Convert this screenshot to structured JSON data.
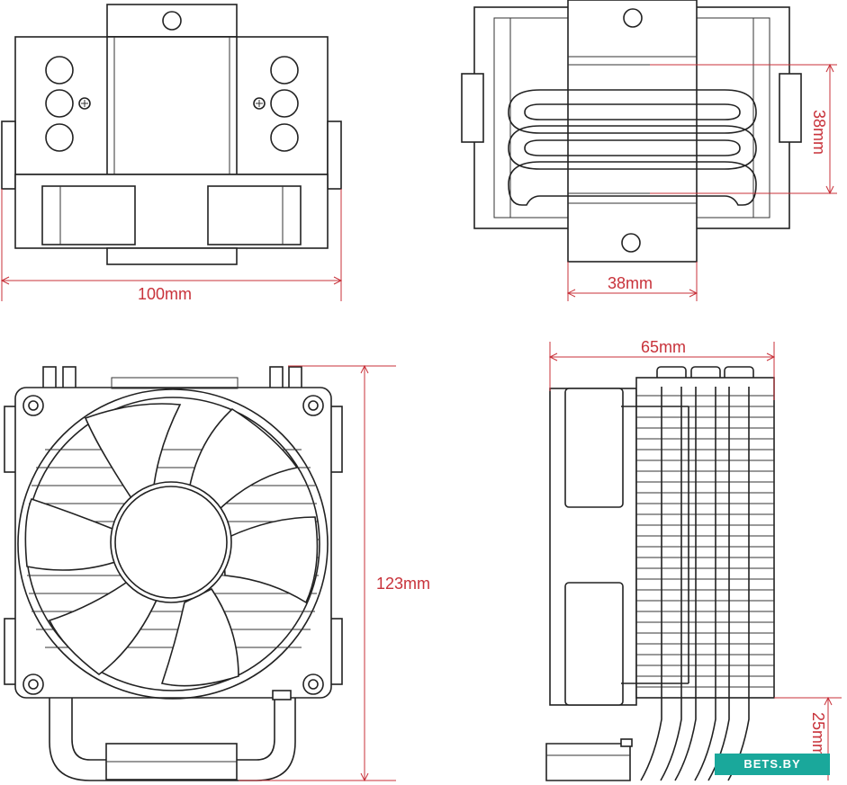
{
  "dimensions": {
    "width_label": "100mm",
    "heatpipe_pitch_label": "38mm",
    "base_width_label": "38mm",
    "height_label": "123mm",
    "depth_label": "65mm",
    "base_height_label": "25mm"
  },
  "watermark": {
    "text": "BETS.BY"
  },
  "colors": {
    "dimension": "#c8323a",
    "line": "#222222",
    "watermark_bg": "#1aa89b"
  }
}
